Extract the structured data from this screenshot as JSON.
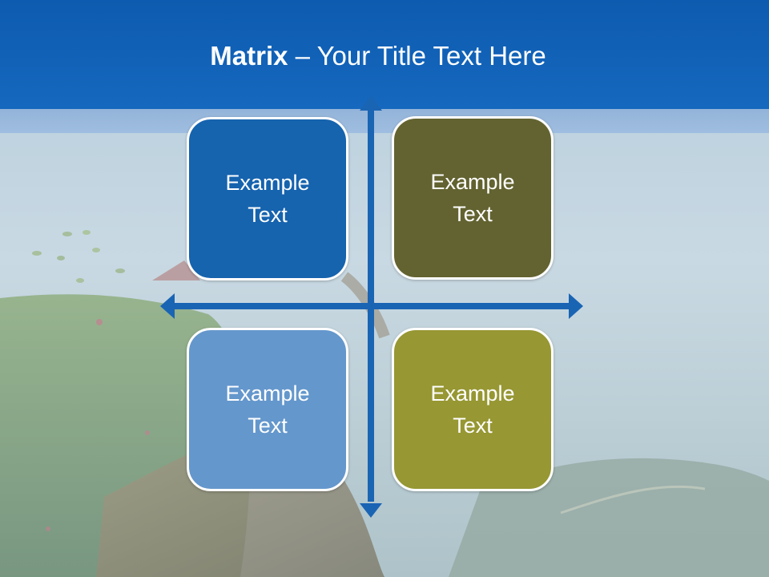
{
  "title": {
    "strong": "Matrix",
    "rest": " – Your Title Text Here"
  },
  "quadrants": {
    "top_left": {
      "text": "Example Text",
      "color": "#1663ae"
    },
    "top_right": {
      "text": "Example Text",
      "color": "#636331"
    },
    "bottom_left": {
      "text": "Example Text",
      "color": "#6497cc"
    },
    "bottom_right": {
      "text": "Example Text",
      "color": "#979733"
    }
  },
  "colors": {
    "header": "#1568be",
    "arrow": "#1a64b4"
  }
}
